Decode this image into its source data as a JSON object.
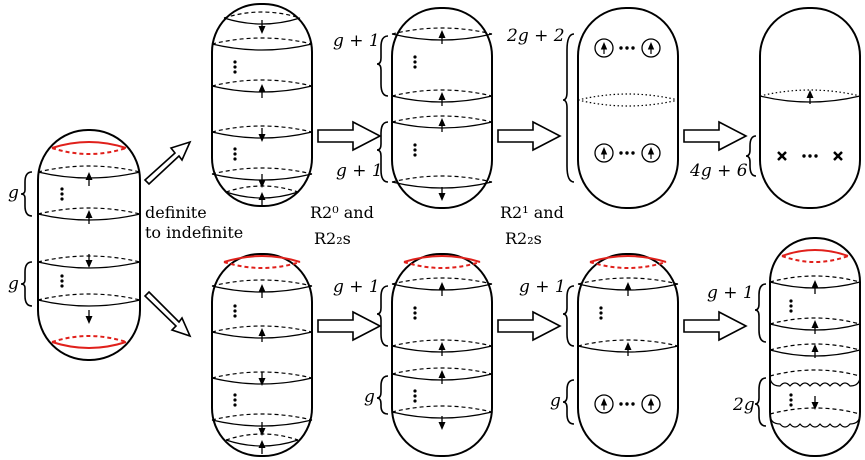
{
  "labels": {
    "left_top_count": "g",
    "left_bottom_count": "g",
    "diag_label_line1": "definite",
    "diag_label_line2": "to indefinite",
    "step1_line1": "R2⁰ and",
    "step1_line2": "R2₂s",
    "step2_line1": "R2¹ and",
    "step2_line2": "R2₂s",
    "top_b_top_count": "g + 1",
    "top_b_bottom_count": "g + 1",
    "top_c_count": "2g + 2",
    "top_d_count": "4g + 6",
    "bot_b_top_count": "g + 1",
    "bot_b_bottom_count": "g",
    "bot_c_top_count": "g + 1",
    "bot_c_bottom_count": "g",
    "bot_d_top_count": "g + 1",
    "bot_d_bottom_count": "2g"
  }
}
